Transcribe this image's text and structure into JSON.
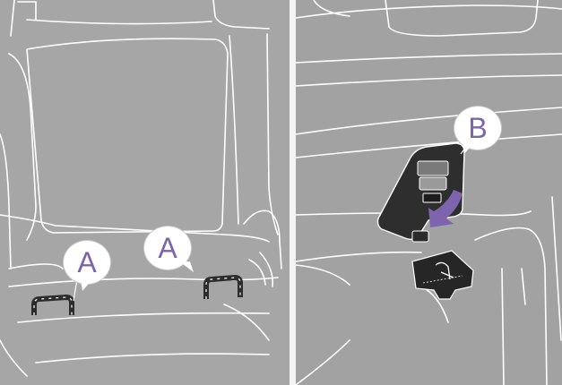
{
  "figure": {
    "left_panel": {
      "callouts": [
        {
          "letter": "A"
        },
        {
          "letter": "A"
        }
      ]
    },
    "right_panel": {
      "callouts": [
        {
          "letter": "B"
        }
      ]
    }
  },
  "colors": {
    "background": "#a4a4a4",
    "line_art": "#ffffff",
    "callout_fill": "#ffffff",
    "callout_letter": "#7d64ad",
    "arrow": "#7d64ad",
    "anchor_dark": "#2c2c2c",
    "divider": "#f4f4f4"
  },
  "icons": [
    "isofix-anchor-icon",
    "top-tether-anchor-icon",
    "downward-arrow-icon",
    "child-seat-symbol-icon"
  ]
}
